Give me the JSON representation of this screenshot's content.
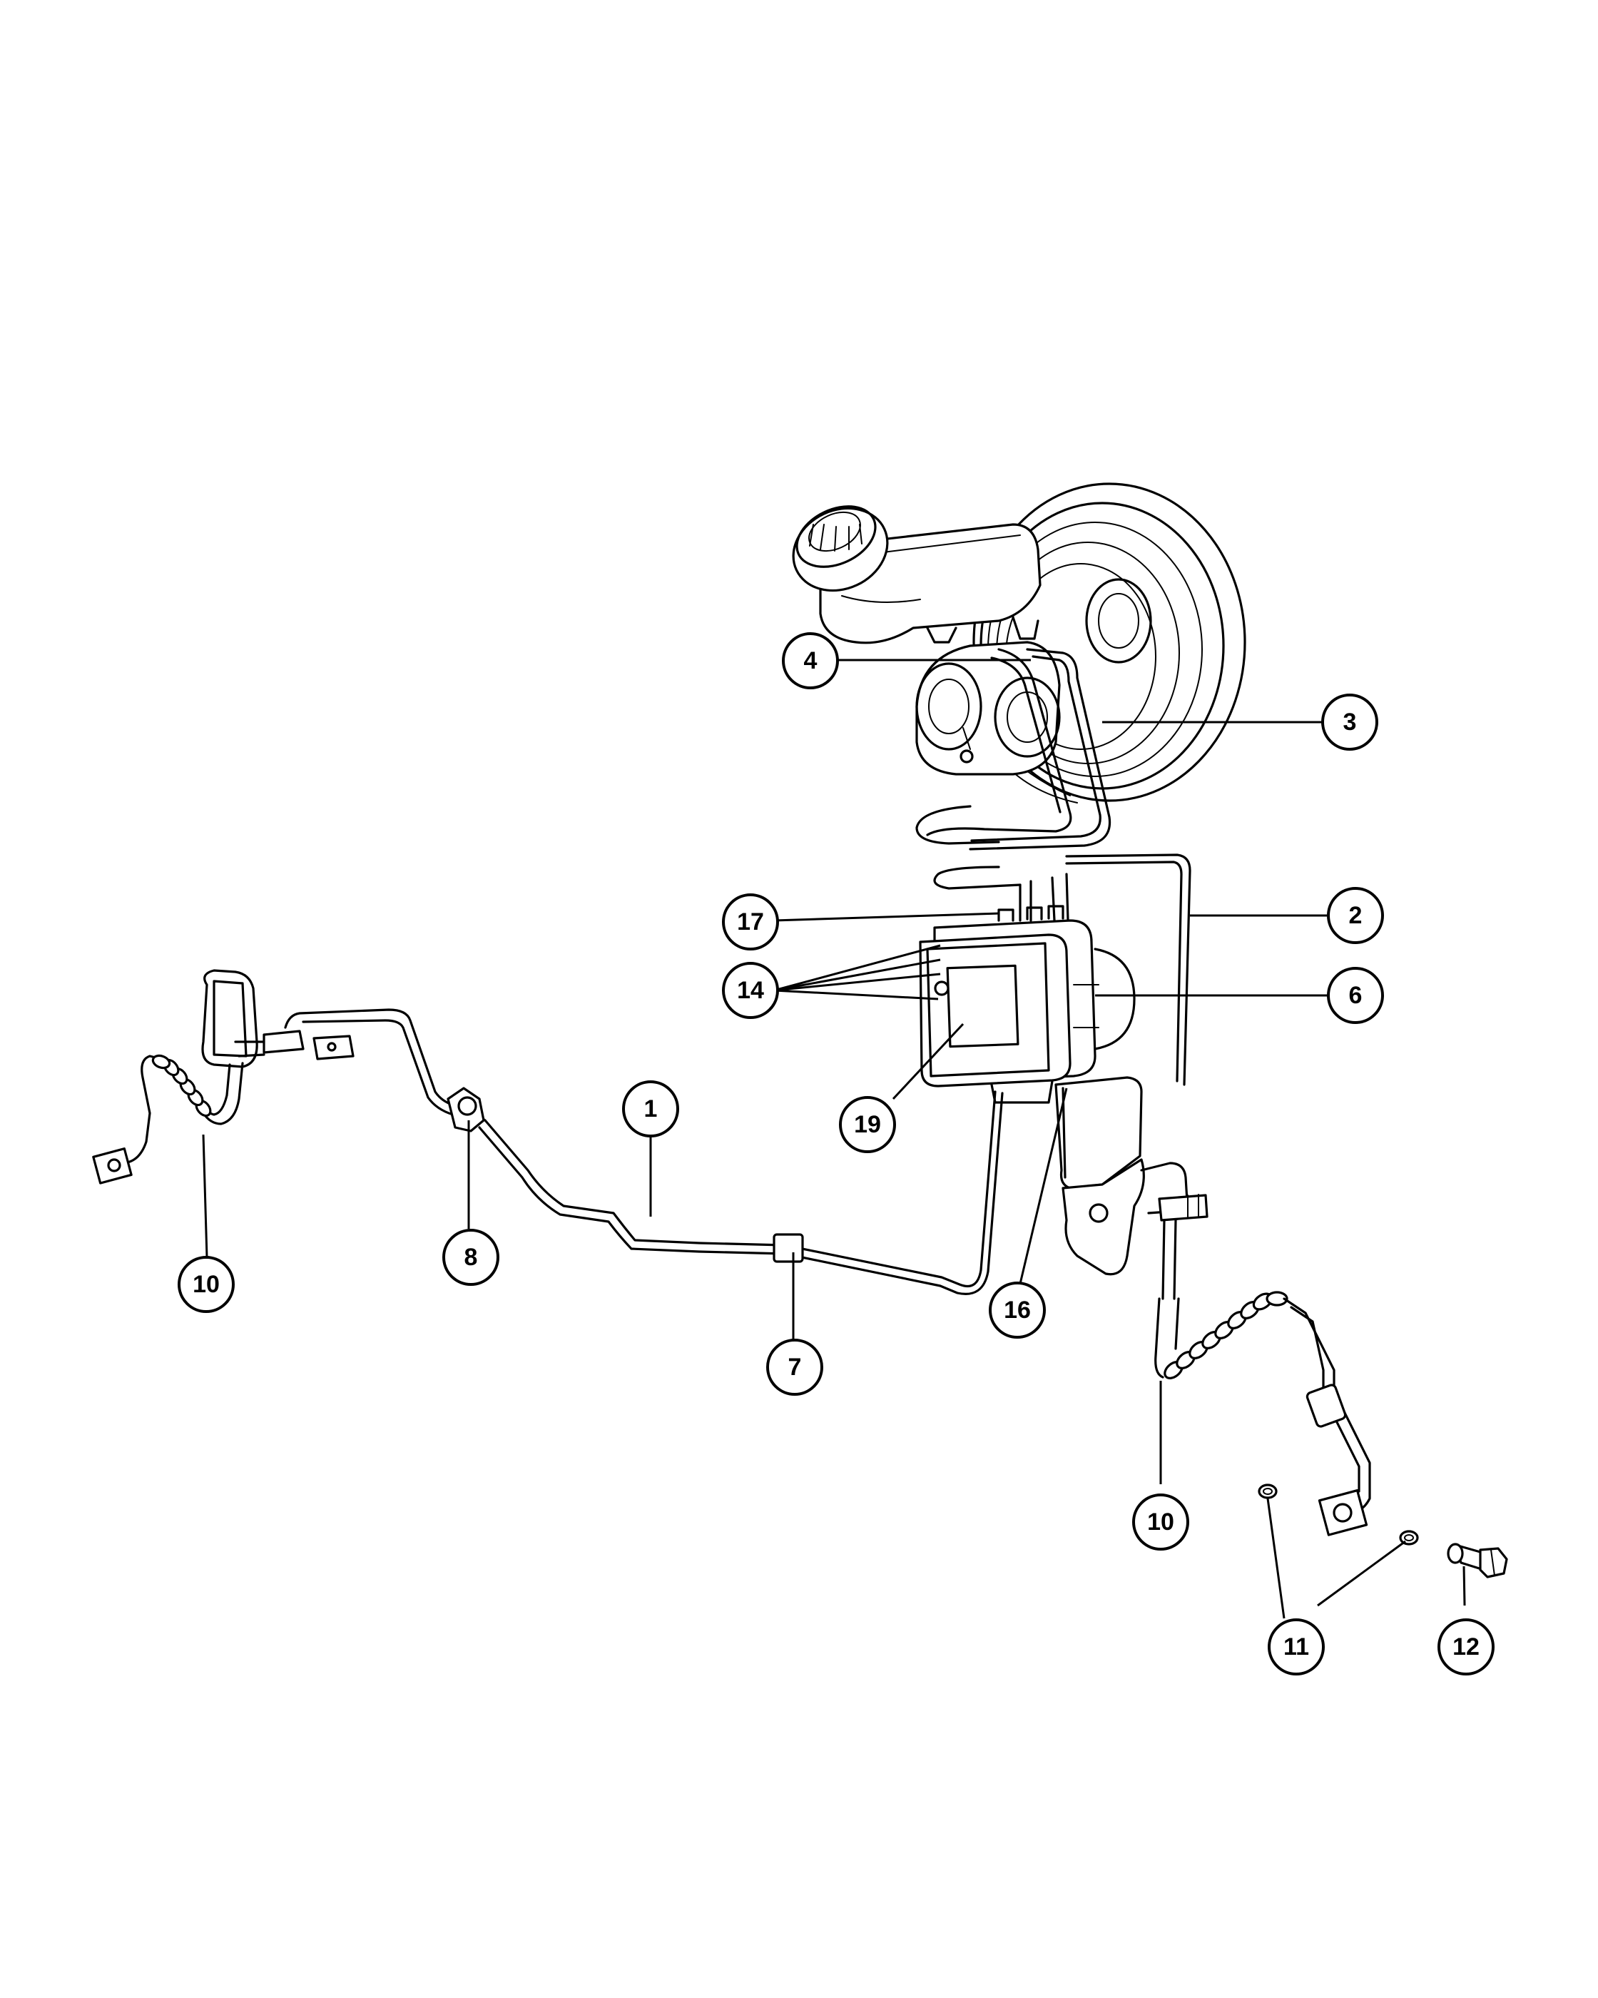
{
  "callouts": [
    {
      "id": "c1",
      "label": "1"
    },
    {
      "id": "c2",
      "label": "2"
    },
    {
      "id": "c3",
      "label": "3"
    },
    {
      "id": "c4",
      "label": "4"
    },
    {
      "id": "c6",
      "label": "6"
    },
    {
      "id": "c7",
      "label": "7"
    },
    {
      "id": "c8",
      "label": "8"
    },
    {
      "id": "c10a",
      "label": "10"
    },
    {
      "id": "c10b",
      "label": "10"
    },
    {
      "id": "c11",
      "label": "11"
    },
    {
      "id": "c12",
      "label": "12"
    },
    {
      "id": "c14",
      "label": "14"
    },
    {
      "id": "c16",
      "label": "16"
    },
    {
      "id": "c17",
      "label": "17"
    },
    {
      "id": "c19",
      "label": "19"
    }
  ]
}
